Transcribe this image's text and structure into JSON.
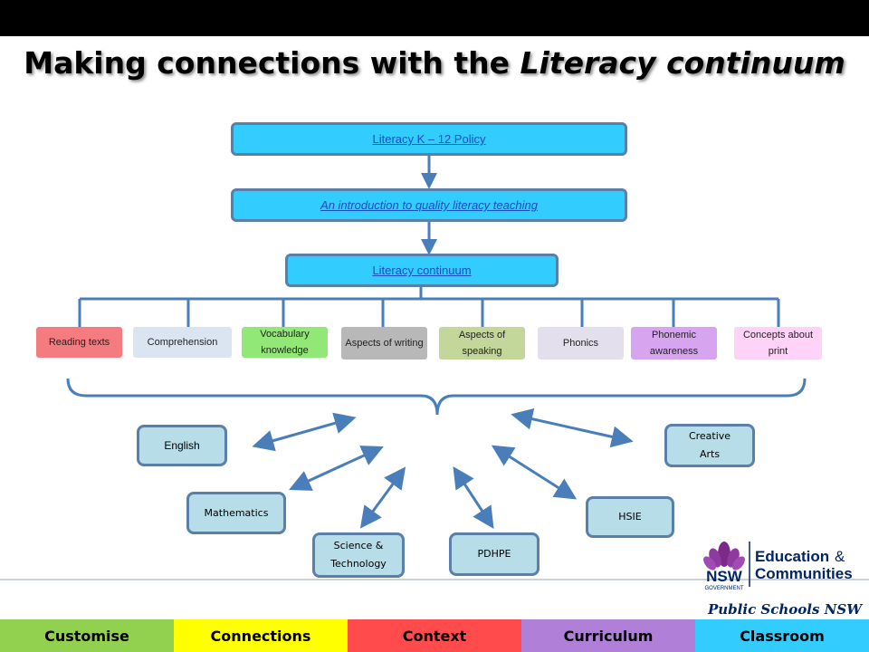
{
  "title": {
    "main": "Making connections with the ",
    "emphasis": "Literacy continuum"
  },
  "flow": {
    "policy": "Literacy K – 12 Policy",
    "intro": "An introduction to quality literacy teaching",
    "continuum": "Literacy continuum"
  },
  "aspects": [
    {
      "label": "Reading texts",
      "color": "#f47c80"
    },
    {
      "label": "Comprehension",
      "color": "#dbe5f1"
    },
    {
      "label": "Vocabulary knowledge",
      "color": "#92e876"
    },
    {
      "label": "Aspects of writing",
      "color": "#b8b8b8"
    },
    {
      "label": "Aspects of speaking",
      "color": "#c4d79b"
    },
    {
      "label": "Phonics",
      "color": "#e4dfec"
    },
    {
      "label": "Phonemic awareness",
      "color": "#d7a4f0"
    },
    {
      "label": "Concepts about print",
      "color": "#ffd2f8"
    }
  ],
  "subjects": {
    "english": "English",
    "mathematics": "Mathematics",
    "science": "Science & Technology",
    "pdhpe": "PDHPE",
    "hsie": "HSIE",
    "creative_arts": "Creative Arts"
  },
  "logo": {
    "nsw": "NSW",
    "government": "GOVERNMENT",
    "education": "Education",
    "amp": "&",
    "communities": "Communities",
    "schools": "Public Schools NSW"
  },
  "footer": [
    {
      "label": "Customise",
      "color": "#92d050"
    },
    {
      "label": "Connections",
      "color": "#ffff00"
    },
    {
      "label": "Context",
      "color": "#ff4b4b"
    },
    {
      "label": "Curriculum",
      "color": "#b07fd8"
    },
    {
      "label": "Classroom",
      "color": "#33ccff"
    }
  ]
}
